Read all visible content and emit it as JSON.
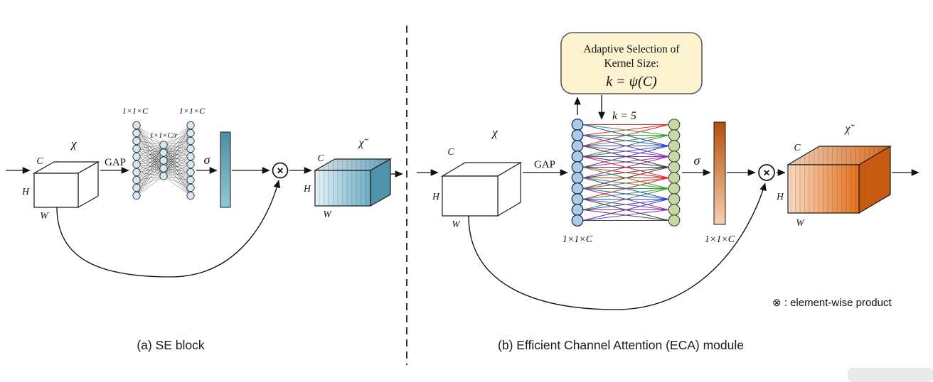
{
  "figure": {
    "panel_a": {
      "caption": "(a) SE block",
      "tensor_in": {
        "chi": "χ",
        "c": "C",
        "h": "H",
        "w": "W"
      },
      "gap": "GAP",
      "mlp": {
        "label_in": "1×1×C",
        "label_mid": "1×1×C/r",
        "label_out": "1×1×C",
        "nodes_in": 10,
        "nodes_mid": 5,
        "nodes_out": 10
      },
      "sigma": "σ",
      "times": "×",
      "tensor_out": {
        "chi": "χ̃",
        "c": "C",
        "h": "H",
        "w": "W"
      }
    },
    "panel_b": {
      "caption": "(b) Efficient Channel Attention (ECA) module",
      "tensor_in": {
        "chi": "χ",
        "c": "C",
        "h": "H",
        "w": "W"
      },
      "gap": "GAP",
      "adaptive": {
        "line1": "Adaptive Selection of",
        "line2": "Kernel Size:",
        "formula": "k = ψ(C)"
      },
      "k_value": "k = 5",
      "conv": {
        "label_in": "1×1×C",
        "nodes": 10,
        "kernel": 5
      },
      "bar_label": "1×1×C",
      "sigma": "σ",
      "times": "×",
      "tensor_out": {
        "chi": "χ̃",
        "c": "C",
        "h": "H",
        "w": "W"
      }
    },
    "legend": "⊗ : element-wise product"
  },
  "colors": {
    "se_node": "#d4eaf4",
    "se_bar_top": "#4e8da2",
    "se_bar_bottom": "#90c8d6",
    "se_out_light": "#e6f4fa",
    "se_out_dark": "#6cacc2",
    "se_out_side": "#4f93ab",
    "eca_in_node": "#aecbe4",
    "eca_out_node": "#c7d8a0",
    "orange_bar_top": "#b5500e",
    "orange_bar_bottom": "#f7d0ae",
    "eca_out_light": "#fadfc6",
    "eca_out_dark": "#e4701f",
    "eca_out_side": "#c65a10",
    "box_fill": "#fdf3d0",
    "box_stroke": "#5a5a5a",
    "conv_colors": [
      "#e02424",
      "#2f9e2f",
      "#2a46cc",
      "#8a2fa8",
      "#3b3b3b"
    ]
  }
}
